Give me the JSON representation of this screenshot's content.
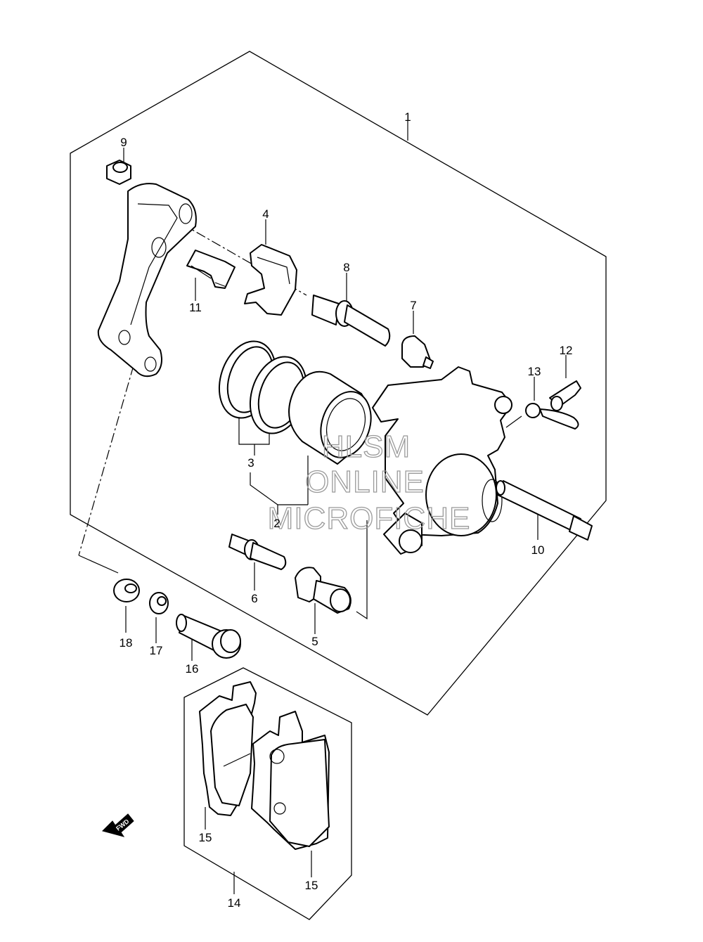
{
  "callouts": [
    {
      "id": "c1",
      "text": "1"
    },
    {
      "id": "c2",
      "text": "2"
    },
    {
      "id": "c3",
      "text": "3"
    },
    {
      "id": "c4",
      "text": "4"
    },
    {
      "id": "c5",
      "text": "5"
    },
    {
      "id": "c6",
      "text": "6"
    },
    {
      "id": "c7",
      "text": "7"
    },
    {
      "id": "c8",
      "text": "8"
    },
    {
      "id": "c9",
      "text": "9"
    },
    {
      "id": "c10",
      "text": "10"
    },
    {
      "id": "c11",
      "text": "11"
    },
    {
      "id": "c12",
      "text": "12"
    },
    {
      "id": "c13",
      "text": "13"
    },
    {
      "id": "c14",
      "text": "14"
    },
    {
      "id": "c15a",
      "text": "15"
    },
    {
      "id": "c15b",
      "text": "15"
    },
    {
      "id": "c16",
      "text": "16"
    },
    {
      "id": "c17",
      "text": "17"
    },
    {
      "id": "c18",
      "text": "18"
    }
  ],
  "watermark": {
    "line1": "HLSM",
    "line2": "ONLINE",
    "line3": "MICROFICHE"
  },
  "fwd_label": "FWD"
}
